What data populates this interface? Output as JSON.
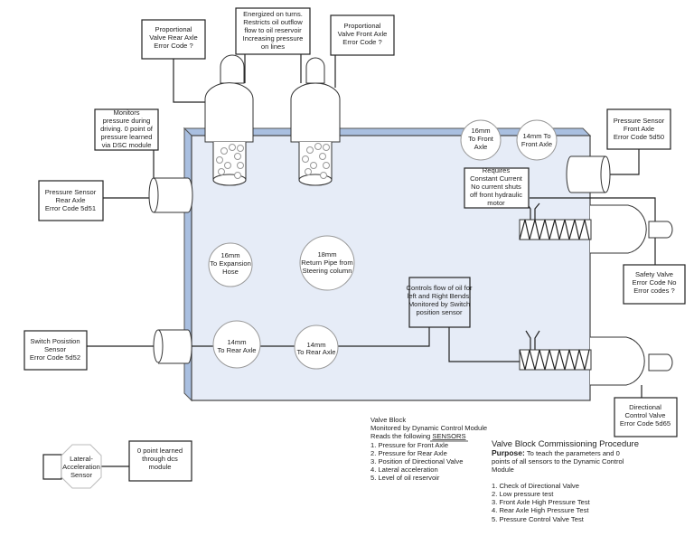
{
  "colors": {
    "block_face": "#e6ecf7",
    "block_bevel": "#a9bfe0",
    "line": "#222222"
  },
  "labels": {
    "prop_rear": [
      "Proportional",
      "Valve  Rear Axle",
      "Error Code ?"
    ],
    "energized": [
      "Energized on turns.",
      "Restricts oil outflow",
      "flow to oil reservoir",
      "Increasing pressure",
      "on lines"
    ],
    "prop_front": [
      "Proportional",
      "Valve  Front Axle",
      "Error Code ?"
    ],
    "monitors": [
      "Monitors",
      "pressure during",
      "driving. 0 point of",
      "pressure learned",
      "via DSC module"
    ],
    "pressure_rear": [
      "Pressure Sensor",
      "Rear Axle",
      "Error Code 5d51"
    ],
    "pressure_front": [
      "Pressure Sensor",
      "Front Axle",
      "Error Code 5d50"
    ],
    "requires": [
      "Requires",
      "Constant Current",
      "No current shuts",
      "off  front hydraulic",
      "motor"
    ],
    "safety": [
      "Safety Valve",
      "Error Code No",
      "Error codes ?"
    ],
    "controls": [
      "Controls flow of oil for",
      "left and Right Bends.",
      "Monitored by Switch",
      "position sensor"
    ],
    "switch": [
      "Switch Posistion",
      "Sensor",
      "Error Code 5d52"
    ],
    "directional": [
      "Directional",
      "Control Valve",
      "Error Code 5d65"
    ],
    "lateral": [
      "Lateral-",
      "Acceleration",
      "Sensor"
    ],
    "zero_point": [
      "0 point learned",
      "through dcs",
      "module"
    ]
  },
  "ports": {
    "front16": [
      "16mm",
      "To Front",
      "Axle"
    ],
    "front14": [
      "14mm To",
      "Front Axle"
    ],
    "expansion": [
      "16mm",
      "To Expansion",
      "Hose"
    ],
    "return": [
      "18mm",
      "Return Pipe from",
      "Steering column"
    ],
    "rear14a": [
      "14mm",
      "To Rear Axle"
    ],
    "rear14b": [
      "14mm",
      "To Rear Axle"
    ]
  },
  "valve_block": {
    "lines": [
      "Valve Block",
      "Monitored by Dynamic Control Module",
      "Reads the following "
    ],
    "sensors_word": "SENSORS",
    "items": [
      "1. Pressure for Front Axle",
      "2. Pressure for Rear Axle",
      "3. Position of Directional Valve",
      "4. Lateral acceleration",
      "5. Level of oil reservoir"
    ]
  },
  "commissioning": {
    "title": "Valve Block Commissioning Procedure",
    "purpose_label": "Purpose:",
    "purpose_text": [
      " To teach the parameters and 0",
      "points of all sensors to the Dynamic Control",
      "Module"
    ],
    "steps": [
      "1. Check of Directional Valve",
      "2. Low pressure test",
      "3. Front Axle High Pressure Test",
      "4. Rear Axle High Pressure Test",
      "5. Pressure Control Valve Test"
    ]
  }
}
